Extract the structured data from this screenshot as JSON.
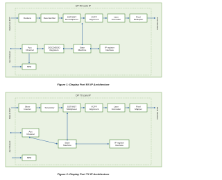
{
  "colors": {
    "panel": "#eaf2e3",
    "panel_border": "#9bbf86",
    "block_fill": "#ffffff",
    "block_border": "#4f8a3d",
    "arrow": "#3f6fa8",
    "text": "#1a1a1a",
    "caption": "#1a1a1a"
  },
  "rx": {
    "core_label": "DP RX core IP",
    "side_left_top": "Data from PHY",
    "side_left_bottom": "Aux Channel",
    "side_right": "Pixel Interface",
    "pipeline": [
      {
        "label": "Deskew"
      },
      {
        "label": "Descrambler"
      },
      {
        "label": "SST/MST Demultiplexer"
      },
      {
        "label": "VCPF Alignment"
      },
      {
        "label": "Lane Formatter"
      },
      {
        "label": "Pixel Defaapter"
      }
    ],
    "aux": [
      {
        "label": "Aux Channel"
      },
      {
        "label": "DDCD/EDID Registers"
      },
      {
        "label": "State Machine"
      },
      {
        "label": "IP register Interface"
      }
    ],
    "hpd": "HPD",
    "caption": "Figure 1: Display Port RX IP Architecture"
  },
  "tx": {
    "core_label": "DP TX core IP",
    "side_left_top": "Data to PHY",
    "side_left_bottom": "Aux Channel",
    "side_right": "Pixel Interface",
    "pipeline": [
      {
        "label": "Skew Inserter"
      },
      {
        "label": "Scrambler"
      },
      {
        "label": "SST/MST Multiplexer"
      },
      {
        "label": "VCPF Alignment"
      },
      {
        "label": "Lane Formatter"
      },
      {
        "label": "Pixel Mapper"
      }
    ],
    "aux": [
      {
        "label": "Aux Channel"
      },
      {
        "label": "State Machine"
      },
      {
        "label": "IP register Interface"
      }
    ],
    "hpd": "HPD",
    "caption": "Figure 2: Display Port TX IP Architecture"
  }
}
